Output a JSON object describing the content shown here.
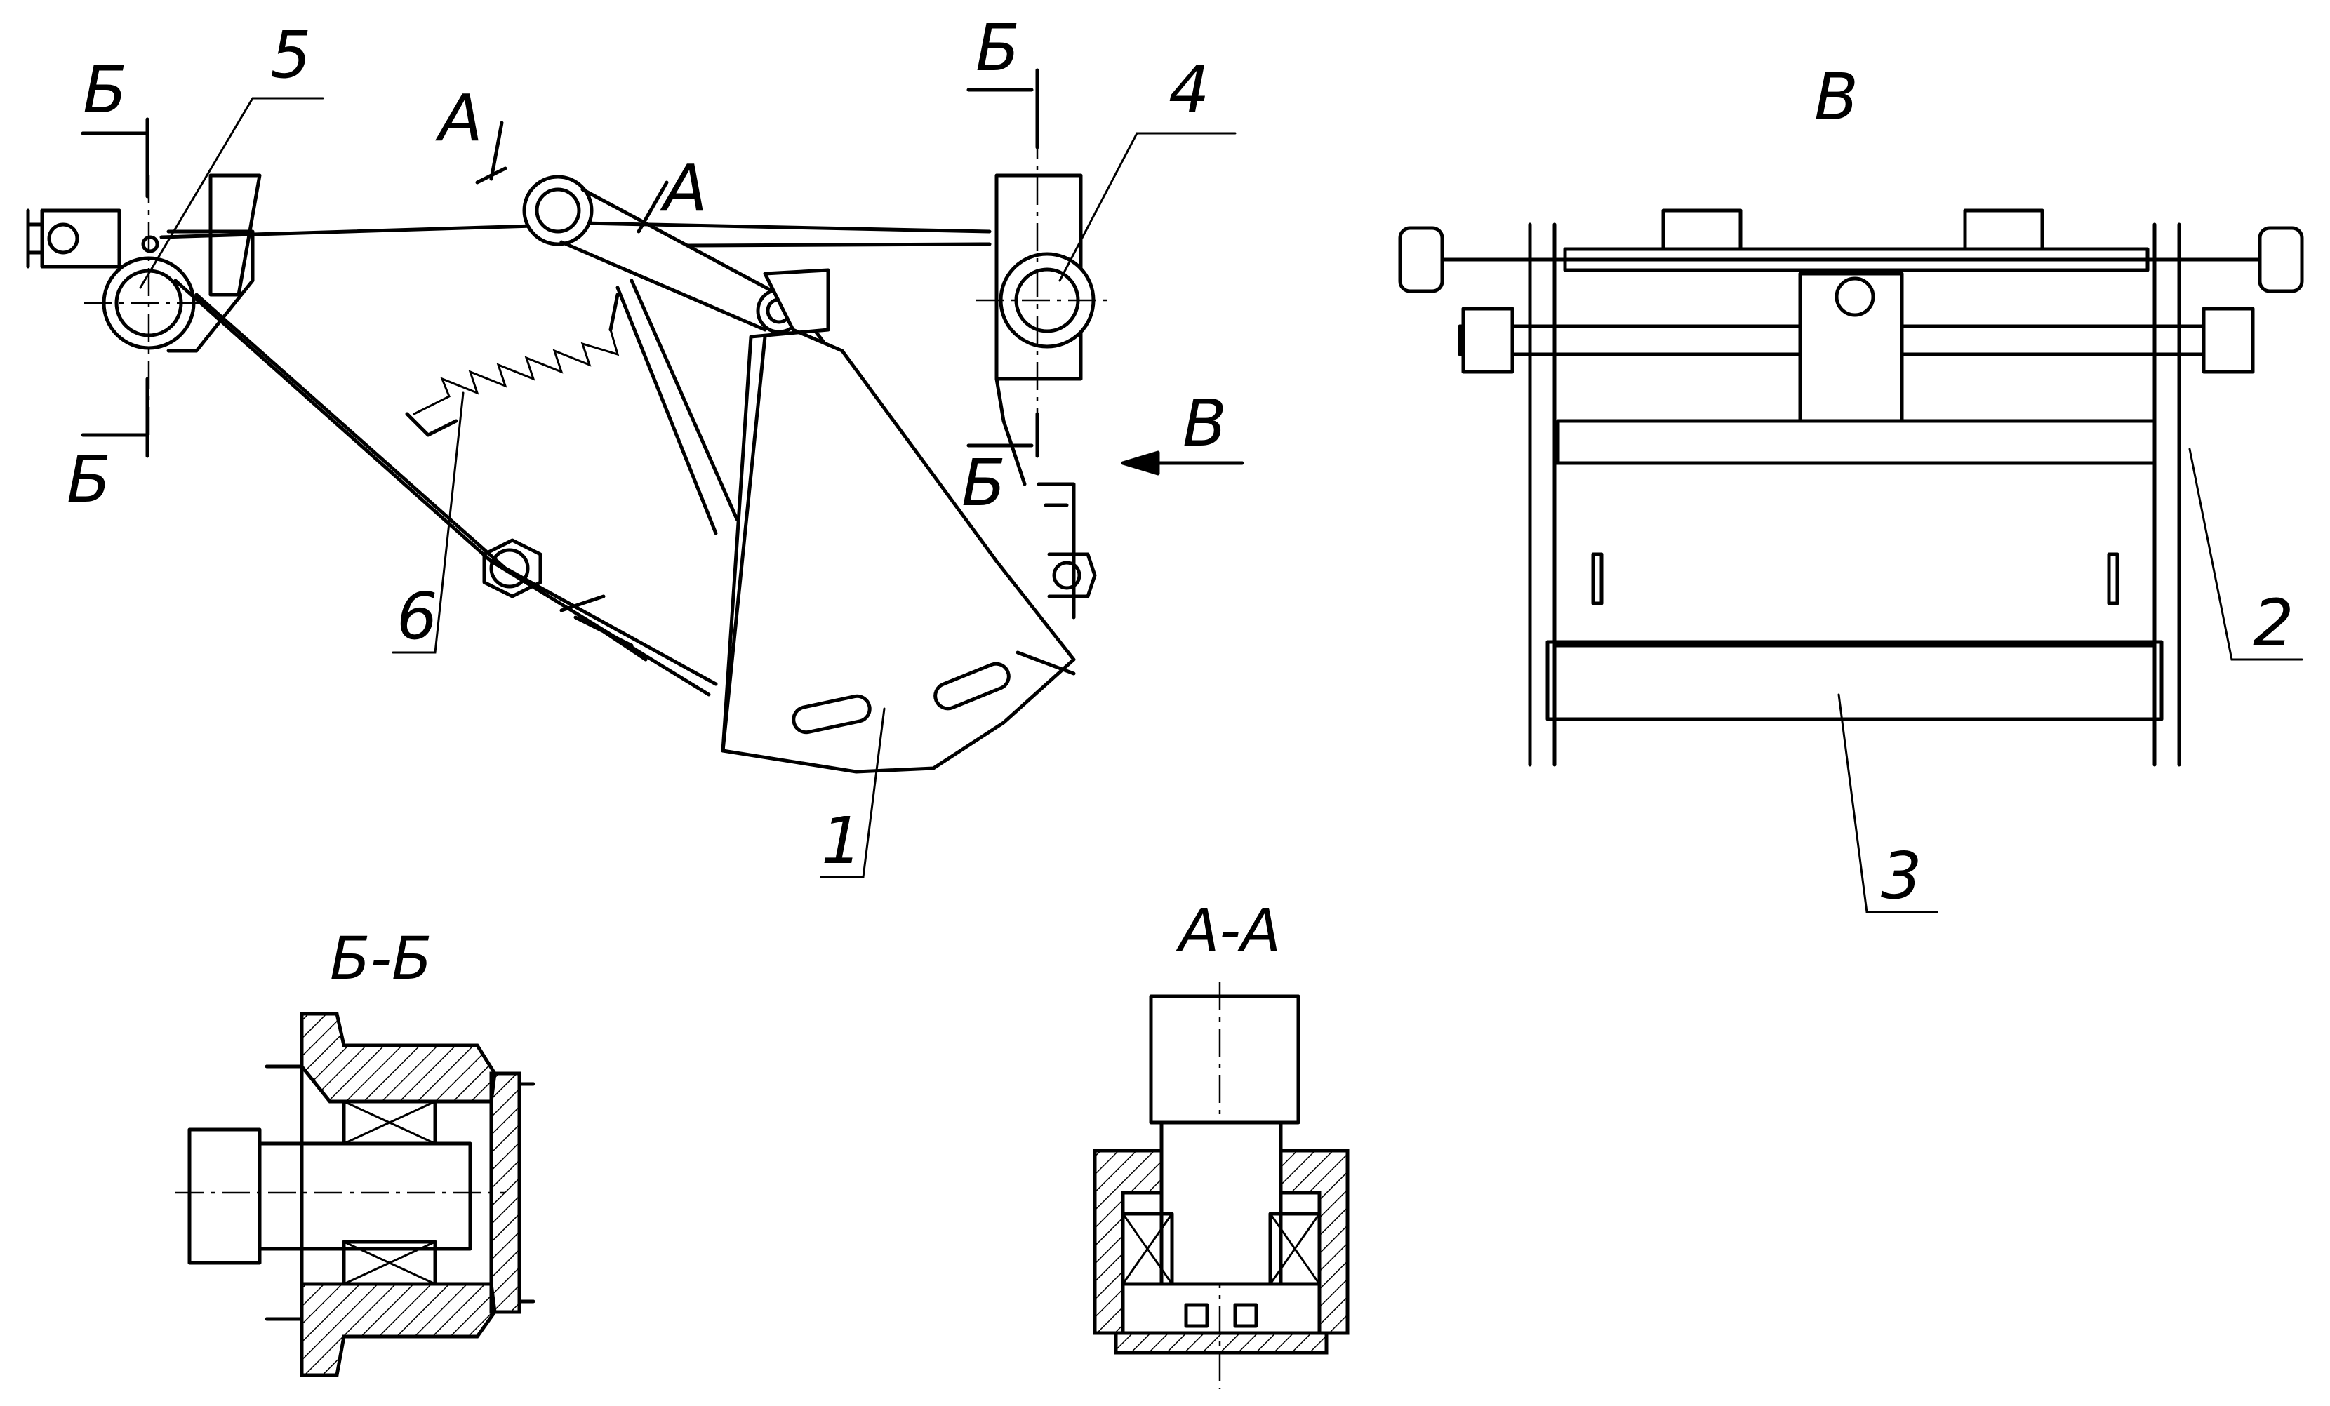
{
  "labels": {
    "part_1": "1",
    "part_2": "2",
    "part_3": "3",
    "part_4": "4",
    "part_5": "5",
    "part_6": "6",
    "cut_a": "А",
    "cut_b": "Б",
    "view_v": "В",
    "view_v_title": "В",
    "section_bb": "Б-Б",
    "section_aa": "А-А"
  }
}
